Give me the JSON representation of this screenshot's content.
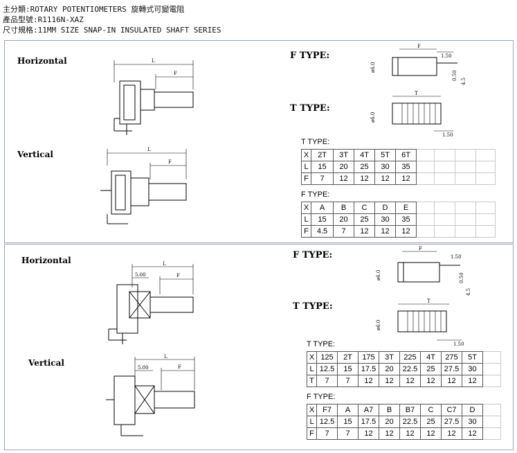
{
  "header": {
    "line1": "主分類:ROTARY POTENTIOMETERS 旋轉式可變電阻",
    "line2": "產品型號:R1116N-XAZ",
    "line3": "尺寸規格:11MM SIZE SNAP-IN INSULATED SHAFT SERIES"
  },
  "top": {
    "horizontal_label": "Horizontal",
    "vertical_label": "Vertical",
    "f_type_label": "F TYPE:",
    "t_type_label": "T TYPE:",
    "dims": {
      "L": "L",
      "F": "F",
      "T": "T",
      "d150": "1.50",
      "d050": "0.50",
      "d45": "4.5",
      "phi6": "ø6.0"
    },
    "t_table": {
      "caption": "T TYPE:",
      "rows": [
        [
          "X",
          "2T",
          "3T",
          "4T",
          "5T",
          "6T"
        ],
        [
          "L",
          "15",
          "20",
          "25",
          "30",
          "35"
        ],
        [
          "F",
          "7",
          "12",
          "12",
          "12",
          "12"
        ]
      ]
    },
    "f_table": {
      "caption": "F TYPE:",
      "rows": [
        [
          "X",
          "A",
          "B",
          "C",
          "D",
          "E"
        ],
        [
          "L",
          "15",
          "20",
          "25",
          "30",
          "35"
        ],
        [
          "F",
          "4.5",
          "7",
          "12",
          "12",
          "12"
        ]
      ]
    }
  },
  "bottom": {
    "horizontal_label": "Horizontal",
    "vertical_label": "Vertical",
    "f_type_label": "F TYPE:",
    "t_type_label": "T TYPE:",
    "dims": {
      "L": "L",
      "F": "F",
      "T": "T",
      "d500": "5.00",
      "d150": "1.50",
      "d050": "0.50",
      "d45": "4.5",
      "phi6": "ø6.0"
    },
    "t_table": {
      "caption": "T TYPE:",
      "rows": [
        [
          "X",
          "125",
          "2T",
          "175",
          "3T",
          "225",
          "4T",
          "275",
          "5T"
        ],
        [
          "L",
          "12.5",
          "15",
          "17.5",
          "20",
          "22.5",
          "25",
          "27.5",
          "30"
        ],
        [
          "T",
          "7",
          "7",
          "12",
          "12",
          "12",
          "12",
          "12",
          "12"
        ]
      ]
    },
    "f_table": {
      "caption": "F TYPE:",
      "rows": [
        [
          "X",
          "F7",
          "A",
          "A7",
          "B",
          "B7",
          "C",
          "C7",
          "D"
        ],
        [
          "L",
          "12.5",
          "15",
          "17.5",
          "20",
          "22.5",
          "25",
          "27.5",
          "30"
        ],
        [
          "F",
          "7",
          "7",
          "12",
          "12",
          "12",
          "12",
          "12",
          "12"
        ]
      ]
    }
  }
}
